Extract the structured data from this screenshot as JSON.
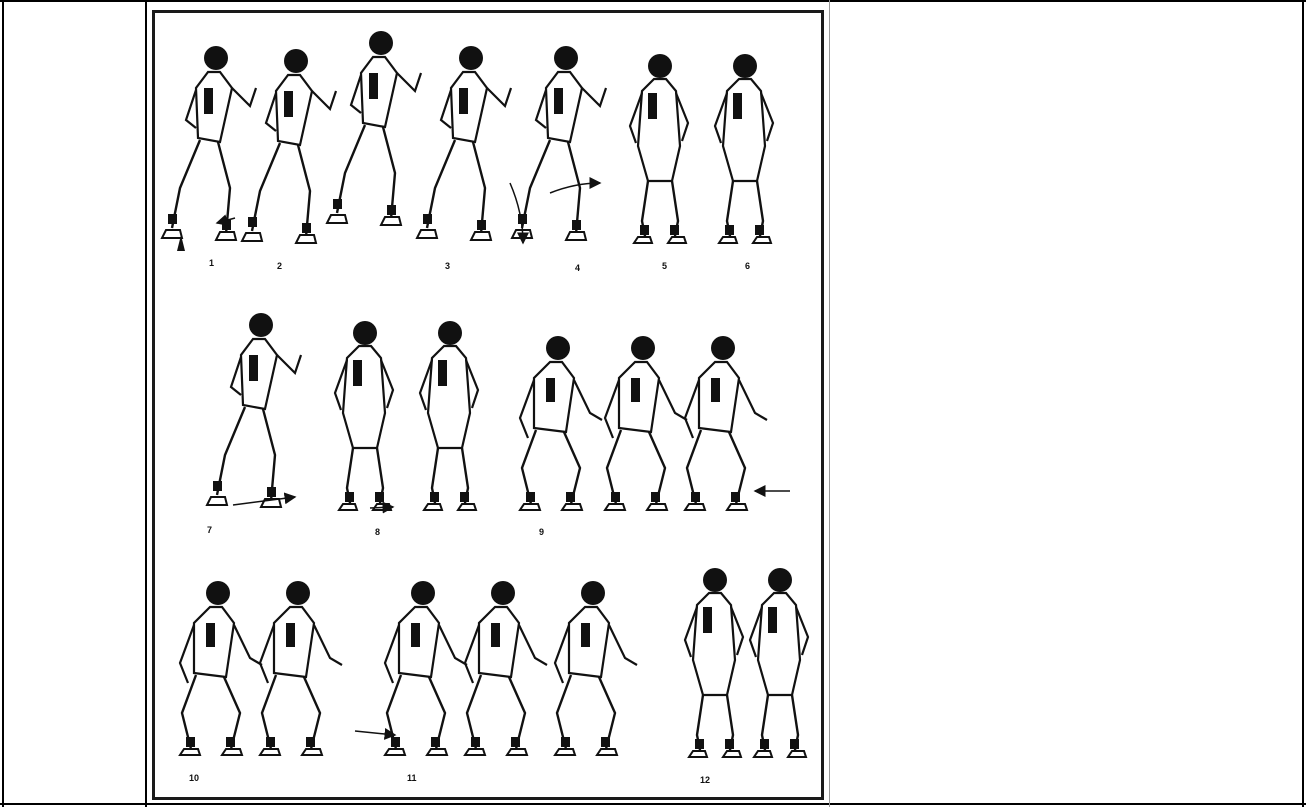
{
  "figure": {
    "frame_labels": [
      "1",
      "2",
      "3",
      "4",
      "5",
      "6",
      "7",
      "8",
      "9",
      "10",
      "11",
      "12"
    ]
  }
}
